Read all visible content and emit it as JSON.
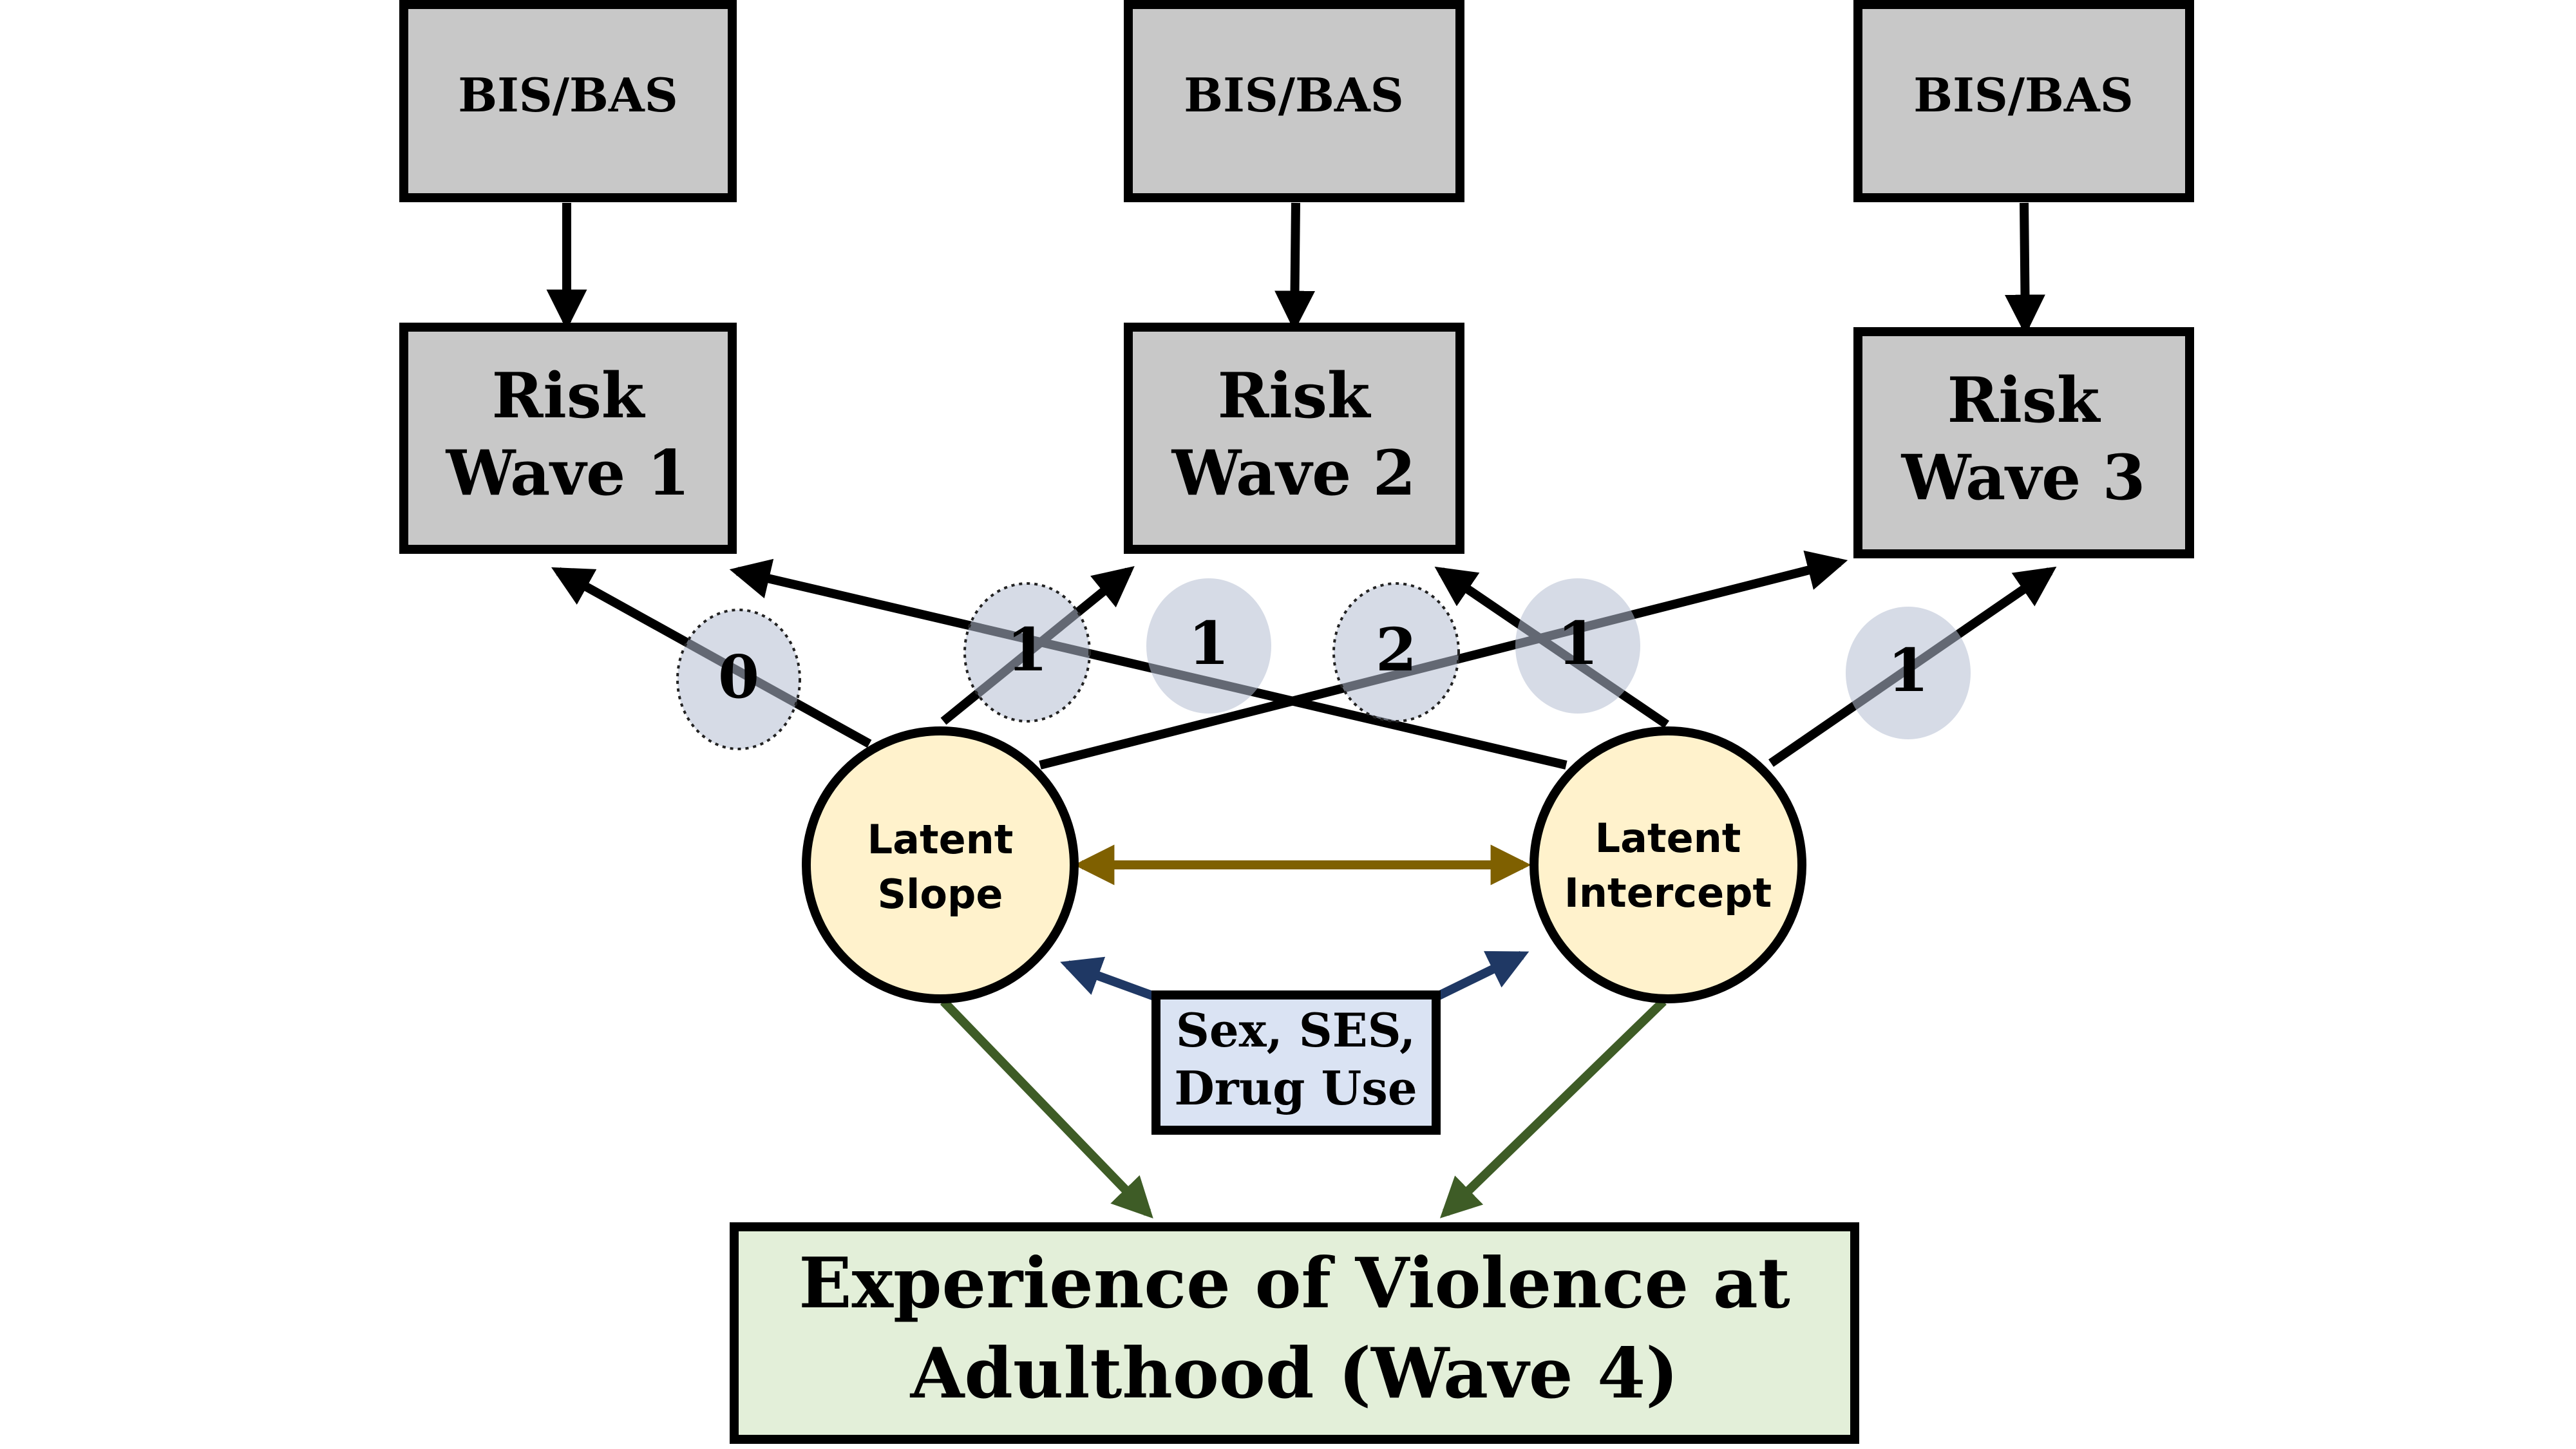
{
  "bisbas": [
    "BIS/BAS",
    "BIS/BAS",
    "BIS/BAS"
  ],
  "risk": [
    {
      "line1": "Risk",
      "line2": "Wave 1"
    },
    {
      "line1": "Risk",
      "line2": "Wave 2"
    },
    {
      "line1": "Risk",
      "line2": "Wave 3"
    }
  ],
  "latent_slope": {
    "line1": "Latent",
    "line2": "Slope"
  },
  "latent_intercept": {
    "line1": "Latent",
    "line2": "Intercept"
  },
  "covariates": {
    "line1": "Sex, SES,",
    "line2": "Drug Use"
  },
  "outcome": {
    "line1": "Experience of Violence at",
    "line2": "Adulthood (Wave 4)"
  },
  "loadings": {
    "slope_wave1": "0",
    "slope_wave2": "1",
    "slope_wave3": "2",
    "intercept_wave1": "1",
    "intercept_wave2": "1",
    "intercept_wave3": "1"
  },
  "colors": {
    "box_fill": "#c8c8c8",
    "outcome_fill": "#e3efd9",
    "covariate_fill": "#dae3f3",
    "latent_fill": "#fff2cc",
    "outcome_arrow": "#3e5c26",
    "covariate_arrow": "#1f3864",
    "correlation_arrow": "#7f6000"
  }
}
